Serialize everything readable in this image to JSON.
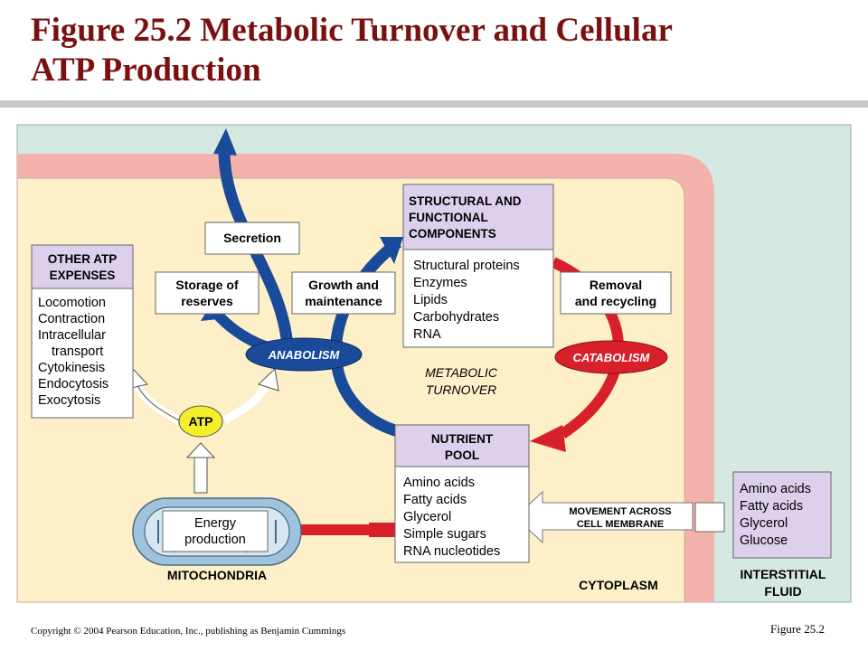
{
  "title": "Figure 25.2  Metabolic Turnover and Cellular ATP Production",
  "title_line1": "Figure 25.2  Metabolic Turnover and Cellular",
  "title_line2": "ATP Production",
  "footer": {
    "copyright": "Copyright © 2004 Pearson Education, Inc., publishing  as Benjamin Cummings",
    "figure_ref": "Figure 25.2"
  },
  "diagram": {
    "structural": {
      "heading": [
        "STRUCTURAL AND",
        "FUNCTIONAL",
        "COMPONENTS"
      ],
      "items": [
        "Structural proteins",
        "Enzymes",
        "Lipids",
        "Carbohydrates",
        "RNA"
      ]
    },
    "nutrient_pool": {
      "heading": [
        "NUTRIENT",
        "POOL"
      ],
      "items": [
        "Amino acids",
        "Fatty acids",
        "Glycerol",
        "Simple sugars",
        "RNA nucleotides"
      ]
    },
    "other_atp": {
      "heading": [
        "OTHER ATP",
        "EXPENSES"
      ],
      "items": [
        "Locomotion",
        "Contraction",
        "Intracellular",
        "transport",
        "Cytokinesis",
        "Endocytosis",
        "Exocytosis"
      ]
    },
    "interstitial_items": [
      "Amino acids",
      "Fatty acids",
      "Glycerol",
      "Glucose"
    ],
    "labels": {
      "secretion": "Secretion",
      "storage": [
        "Storage of",
        "reserves"
      ],
      "growth": [
        "Growth and",
        "maintenance"
      ],
      "removal": [
        "Removal",
        "and recycling"
      ],
      "anabolism": "ANABOLISM",
      "catabolism": "CATABOLISM",
      "metabolic_turnover": [
        "METABOLIC",
        "TURNOVER"
      ],
      "atp": "ATP",
      "energy": [
        "Energy",
        "production"
      ],
      "mitochondria": "MITOCHONDRIA",
      "movement": [
        "MOVEMENT ACROSS",
        "CELL MEMBRANE"
      ],
      "cytoplasm": "CYTOPLASM",
      "interstitial_fluid": [
        "INTERSTITIAL",
        "FLUID"
      ]
    },
    "colors": {
      "title": "#7a1010",
      "blue_arrow": "#1a4a9a",
      "red_arrow": "#d8202a",
      "lavender": "#ddd0ec",
      "cytoplasm": "#fdf0c8",
      "membrane": "#f4b2ad",
      "interstitial": "#d6e8e2",
      "atp": "#f4ef2a"
    }
  }
}
